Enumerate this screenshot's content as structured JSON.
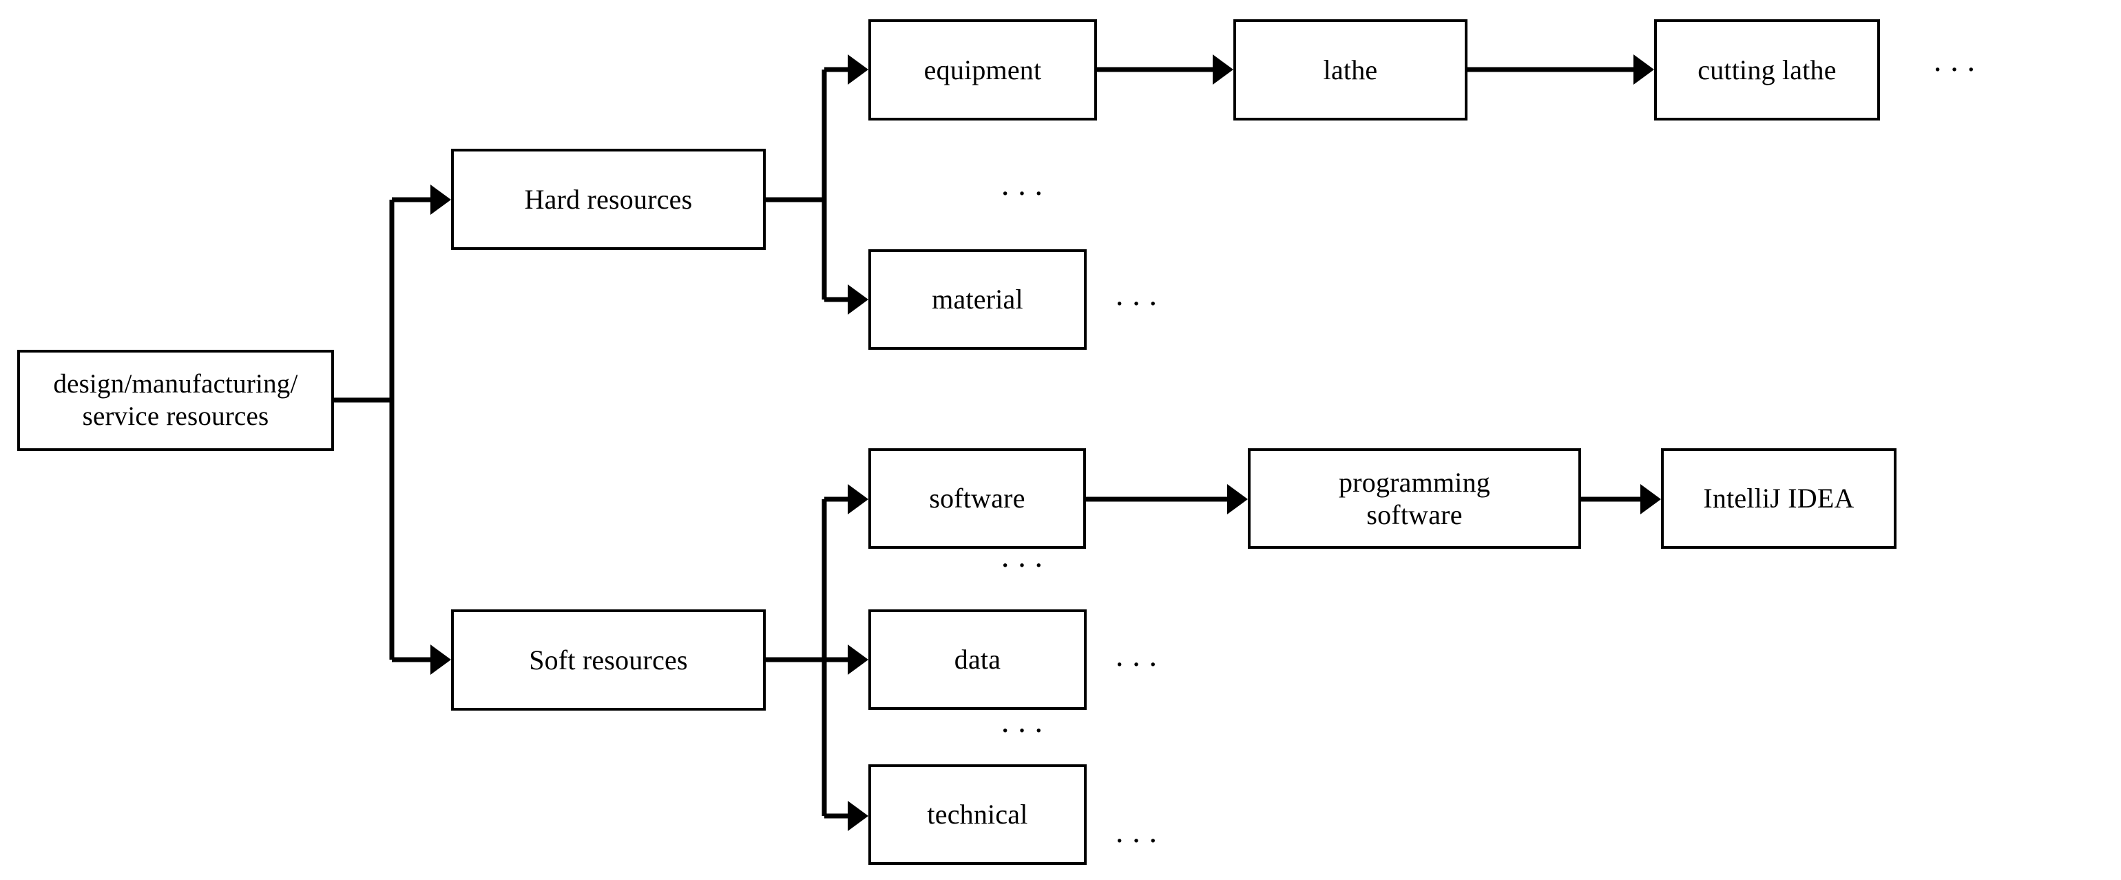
{
  "diagram": {
    "type": "tree-hierarchy",
    "title": "design/manufacturing/service resources classification",
    "background_color": "#ffffff",
    "line_color": "#000000",
    "box_fill": "#ffffff",
    "ellipsis_glyph": "···"
  },
  "nodes": {
    "root": {
      "line1": "design/manufacturing/",
      "line2": "service resources",
      "text": "design/manufacturing/ service resources"
    },
    "hard_resources": {
      "label": "Hard resources"
    },
    "soft_resources": {
      "label": "Soft resources"
    },
    "equipment": {
      "label": "equipment"
    },
    "lathe": {
      "label": "lathe"
    },
    "cutting_lathe": {
      "label": "cutting lathe"
    },
    "material": {
      "label": "material"
    },
    "software": {
      "label": "software"
    },
    "programming_software": {
      "line1": "programming",
      "line2": "software",
      "text": "programming software"
    },
    "intellij_idea": {
      "label": "IntelliJ IDEA"
    },
    "data": {
      "label": "data"
    },
    "technical": {
      "label": "technical"
    }
  },
  "ellipses": {
    "equipment_material_gap": "···",
    "material_right": "···",
    "cutting_lathe_right": "···",
    "software_below": "···",
    "data_right": "···",
    "data_below": "···",
    "technical_right": "···"
  },
  "edges": [
    {
      "from": "root",
      "to": "hard_resources"
    },
    {
      "from": "root",
      "to": "soft_resources"
    },
    {
      "from": "hard_resources",
      "to": "equipment"
    },
    {
      "from": "hard_resources",
      "to": "material"
    },
    {
      "from": "equipment",
      "to": "lathe"
    },
    {
      "from": "lathe",
      "to": "cutting_lathe"
    },
    {
      "from": "soft_resources",
      "to": "software"
    },
    {
      "from": "soft_resources",
      "to": "data"
    },
    {
      "from": "soft_resources",
      "to": "technical"
    },
    {
      "from": "software",
      "to": "programming_software"
    },
    {
      "from": "programming_software",
      "to": "intellij_idea"
    }
  ]
}
